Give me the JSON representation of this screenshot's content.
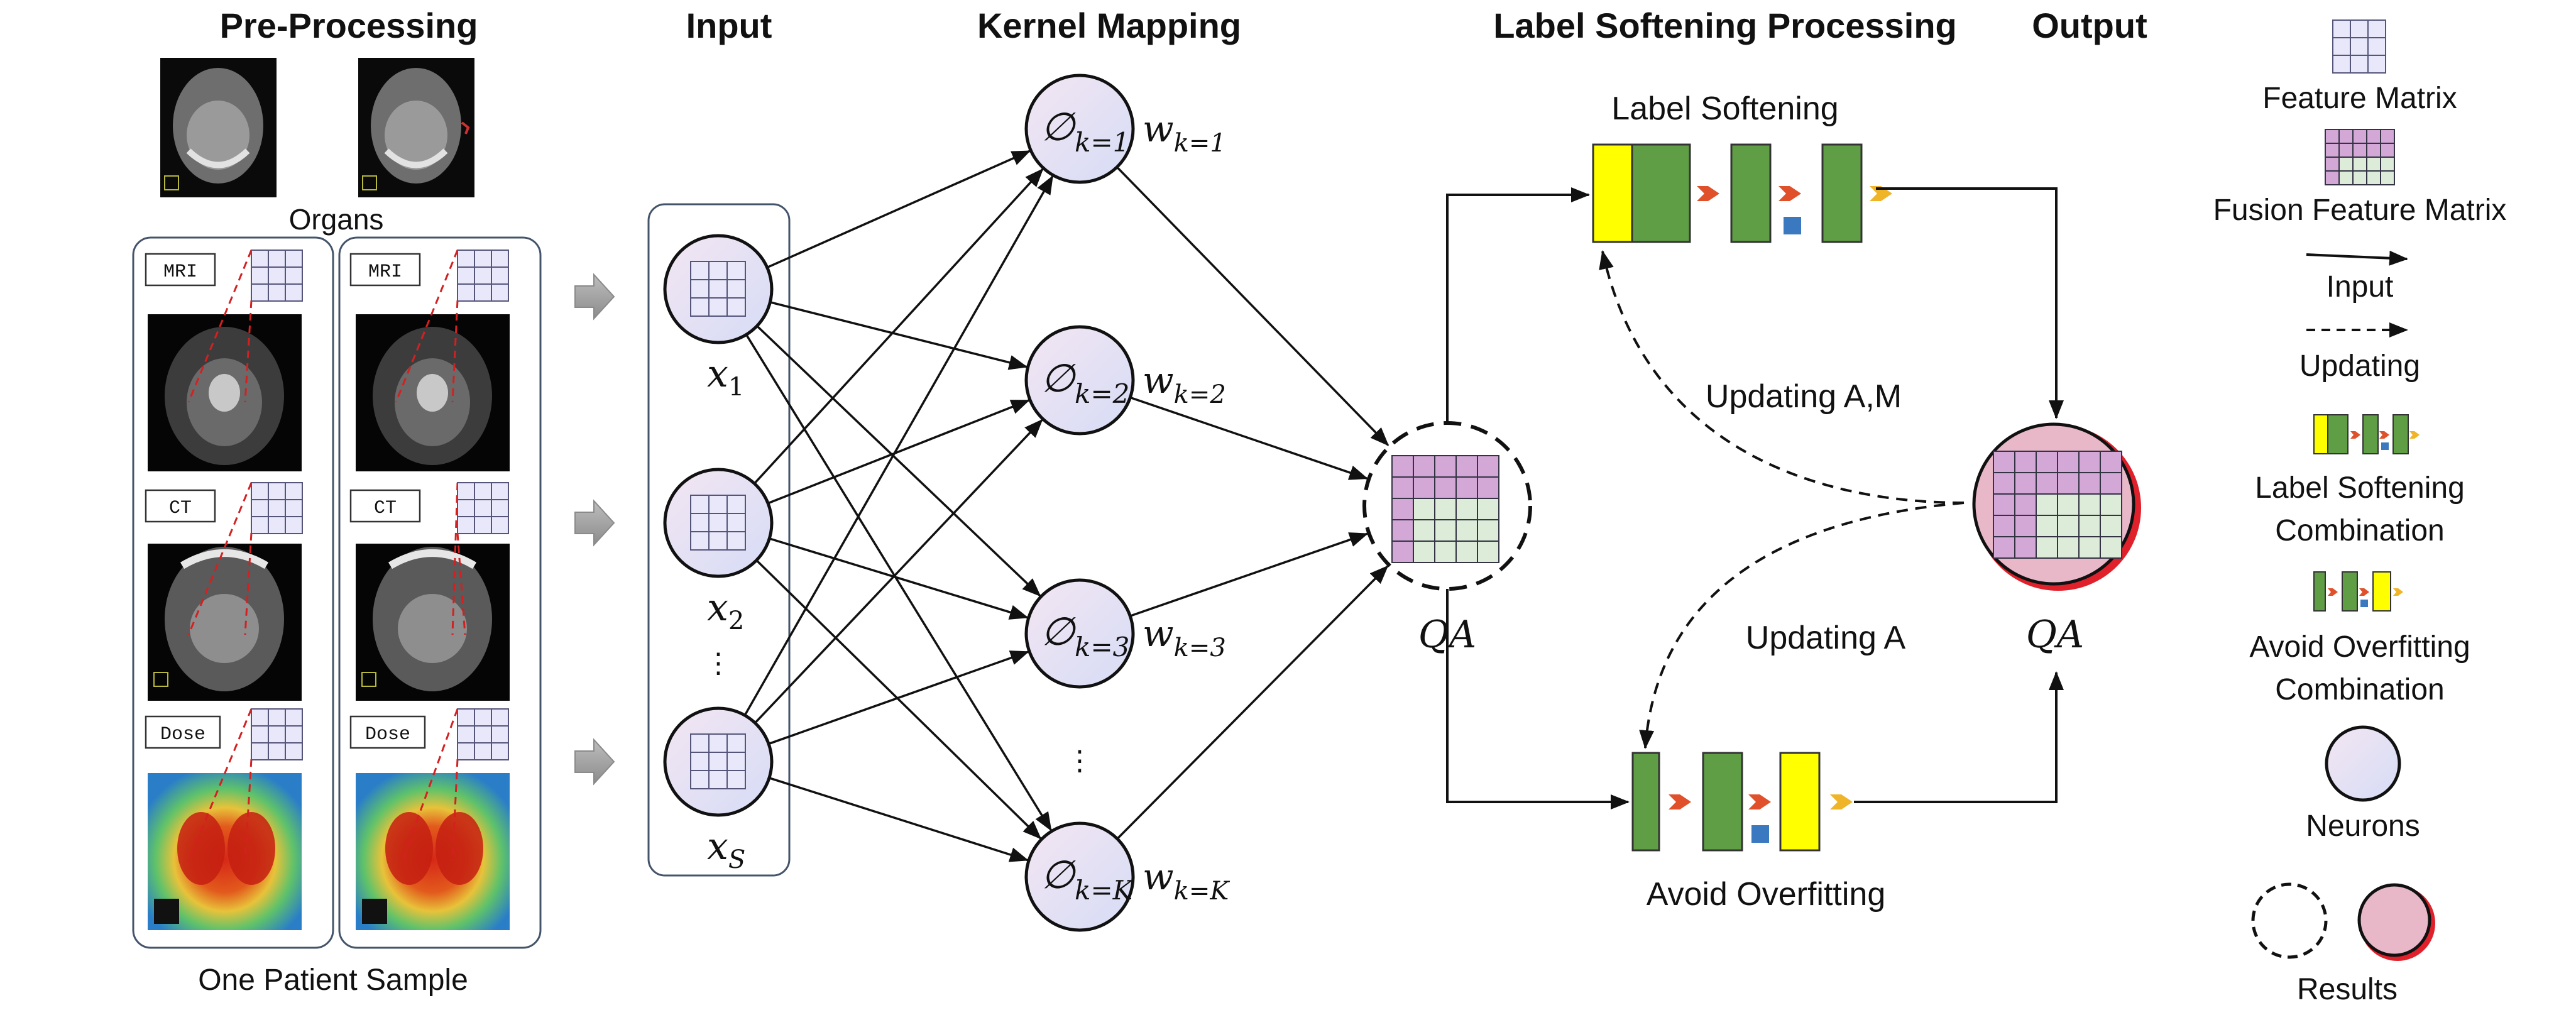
{
  "headers": {
    "preprocessing": "Pre-Processing",
    "input": "Input",
    "kernel_mapping": "Kernel Mapping",
    "label_softening_processing": "Label Softening Processing",
    "output": "Output"
  },
  "preprocessing": {
    "organs_label": "Organs",
    "sample_label": "One Patient Sample",
    "modalities": [
      "MRI",
      "CT",
      "Dose"
    ]
  },
  "input": {
    "nodes": [
      {
        "var": "x",
        "sub": "1"
      },
      {
        "var": "x",
        "sub": "2"
      },
      {
        "var": "x",
        "sub": "S"
      }
    ],
    "ellipsis": "⋮"
  },
  "kernel": {
    "nodes": [
      {
        "phi": "∅",
        "sub": "k=1",
        "w": "w",
        "wsub": "k=1"
      },
      {
        "phi": "∅",
        "sub": "k=2",
        "w": "w",
        "wsub": "k=2"
      },
      {
        "phi": "∅",
        "sub": "k=3",
        "w": "w",
        "wsub": "k=3"
      },
      {
        "phi": "∅",
        "sub": "k=K",
        "w": "w",
        "wsub": "k=K"
      }
    ],
    "ellipsis": "⋮"
  },
  "middle": {
    "qa_label": "QA"
  },
  "softening": {
    "label_softening": "Label Softening",
    "avoid_overfitting": "Avoid Overfitting",
    "updating_am": "Updating A,M",
    "updating_a": "Updating A"
  },
  "output": {
    "qa_label": "QA",
    "qa_color": "#e0202a"
  },
  "legend": {
    "feature_matrix": "Feature Matrix",
    "fusion_feature_matrix": "Fusion Feature Matrix",
    "input": "Input",
    "updating": "Updating",
    "label_softening_combination_1": "Label Softening",
    "label_softening_combination_2": "Combination",
    "avoid_overfitting_combination_1": "Avoid Overfitting",
    "avoid_overfitting_combination_2": "Combination",
    "neurons": "Neurons",
    "results": "Results"
  },
  "colors": {
    "green_block": "#5f9e45",
    "yellow_block": "#ffff00",
    "red_arrowhead": "#e0502a",
    "orange_arrowhead": "#f0b428",
    "blue_square": "#3a78c0",
    "neuron_fill": "#dcdcf4",
    "output_fill": "#e9b8c8",
    "output_ring": "#e0202a",
    "grid_lilac": "#e8e8fa",
    "grid_pink": "#d4a8d6",
    "grid_mint": "#dcecd8"
  }
}
